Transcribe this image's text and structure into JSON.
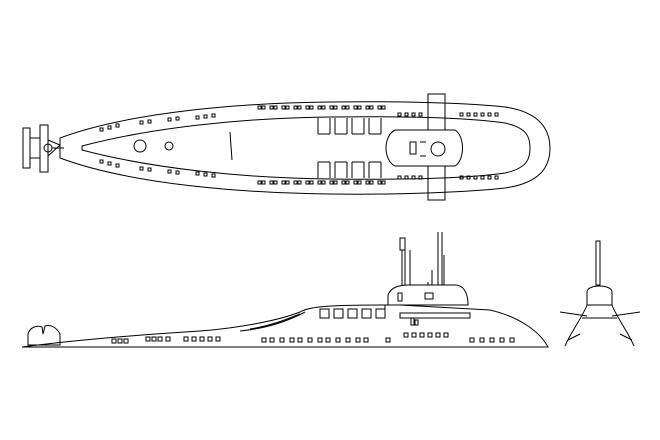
{
  "diagram": {
    "stroke_color": "#000000",
    "background_color": "#ffffff",
    "views": [
      "top-view",
      "side-view",
      "front-view"
    ]
  }
}
